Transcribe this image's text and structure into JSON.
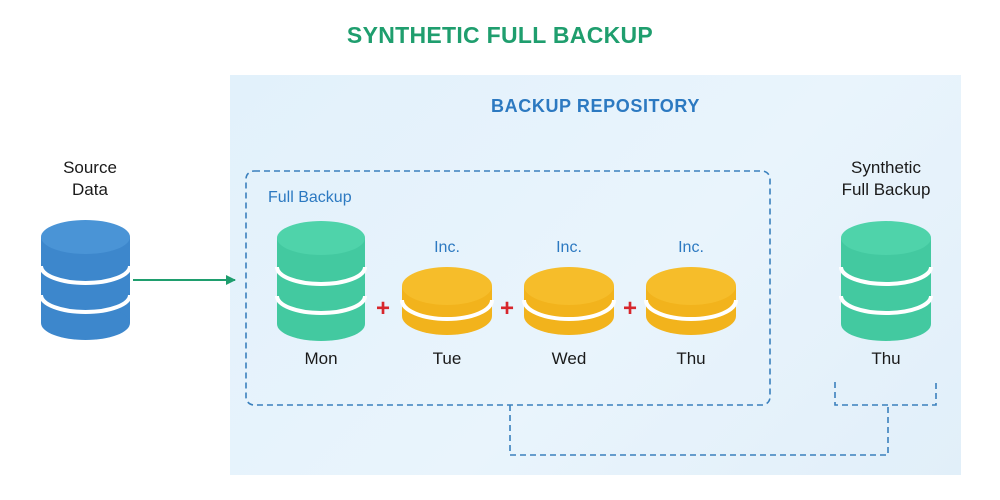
{
  "title": "SYNTHETIC FULL BACKUP",
  "repository": {
    "title": "BACKUP REPOSITORY"
  },
  "source": {
    "line1": "Source",
    "line2": "Data"
  },
  "full_backup_label": "Full Backup",
  "chain": {
    "full": {
      "day": "Mon"
    },
    "incrementals": [
      {
        "label": "Inc.",
        "day": "Tue"
      },
      {
        "label": "Inc.",
        "day": "Wed"
      },
      {
        "label": "Inc.",
        "day": "Thu"
      }
    ]
  },
  "plus_sign": "+",
  "synthetic": {
    "line1": "Synthetic",
    "line2": "Full Backup",
    "day": "Thu"
  },
  "colors": {
    "title": "#1f9e6e",
    "repo_title": "#2c79c1",
    "source_db": "#3d87cc",
    "full_db": "#43c9a0",
    "inc_disk": "#f2b31c",
    "plus": "#d7262c",
    "arrow": "#1f9e6e",
    "dashed": "#3a80bd"
  }
}
